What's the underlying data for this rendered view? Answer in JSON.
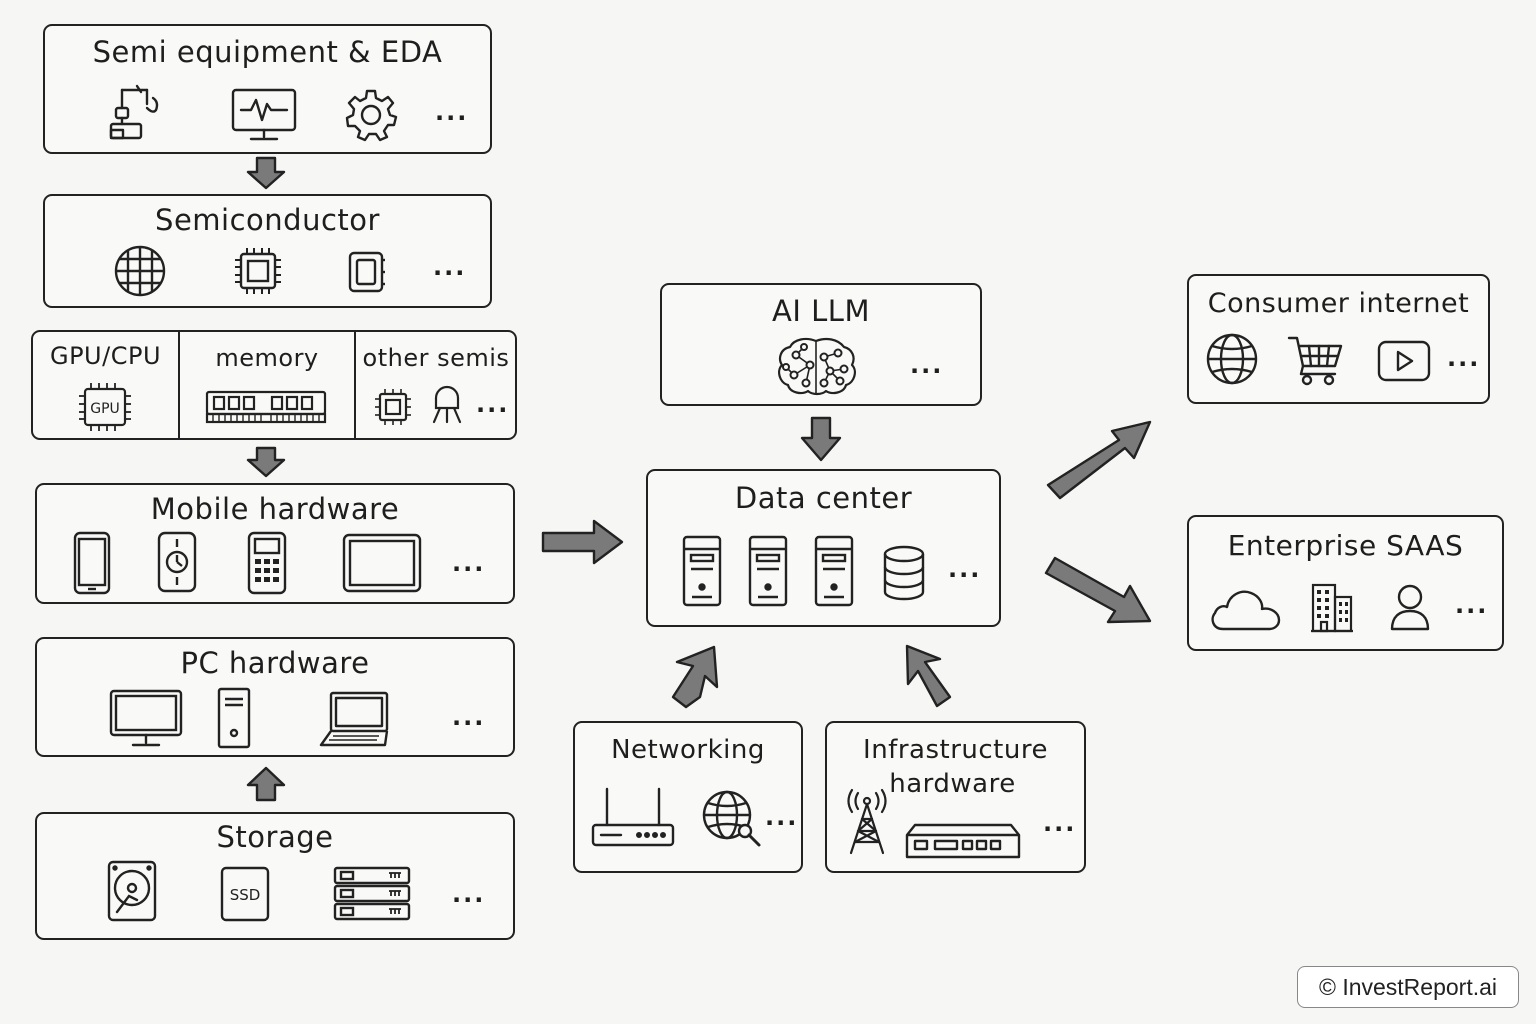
{
  "boxes": {
    "semi_equipment": {
      "title": "Semi equipment & EDA",
      "more": "..."
    },
    "semiconductor": {
      "title": "Semiconductor",
      "more": "..."
    },
    "gpu_cpu": {
      "title": "GPU/CPU",
      "chip_text": "GPU"
    },
    "memory": {
      "title": "memory"
    },
    "other_semis": {
      "title": "other semis",
      "more": "..."
    },
    "mobile_hardware": {
      "title": "Mobile hardware",
      "more": "..."
    },
    "pc_hardware": {
      "title": "PC hardware",
      "more": "..."
    },
    "storage": {
      "title": "Storage",
      "ssd_text": "SSD",
      "more": "..."
    },
    "ai_llm": {
      "title": "AI LLM",
      "more": "..."
    },
    "data_center": {
      "title": "Data center",
      "more": "..."
    },
    "networking": {
      "title": "Networking",
      "more": "..."
    },
    "infrastructure": {
      "title_line1": "Infrastructure",
      "title_line2": "hardware",
      "more": "..."
    },
    "consumer_internet": {
      "title": "Consumer internet",
      "more": "..."
    },
    "enterprise_saas": {
      "title": "Enterprise SAAS",
      "more": "..."
    }
  },
  "icons": [
    "robot-arm-icon",
    "monitor-waveform-icon",
    "gear-icon",
    "wafer-icon",
    "chip-icon",
    "small-chip-icon",
    "gpu-chip-icon",
    "ram-module-icon",
    "microcontroller-icon",
    "transistor-icon",
    "smartphone-icon",
    "smartwatch-icon",
    "keypad-phone-icon",
    "tablet-icon",
    "desktop-monitor-icon",
    "pc-tower-icon",
    "laptop-icon",
    "hard-drive-icon",
    "ssd-icon",
    "server-rack-icon",
    "neural-brain-icon",
    "server-icon",
    "database-icon",
    "router-icon",
    "globe-search-icon",
    "cell-tower-icon",
    "network-switch-icon",
    "globe-icon",
    "shopping-cart-icon",
    "play-button-icon",
    "cloud-icon",
    "office-building-icon",
    "user-icon"
  ],
  "colors": {
    "arrow_fill": "#7a7a7a",
    "stroke": "#222222",
    "background": "#f6f6f4"
  },
  "credit": {
    "text": "© InvestReport.ai"
  }
}
